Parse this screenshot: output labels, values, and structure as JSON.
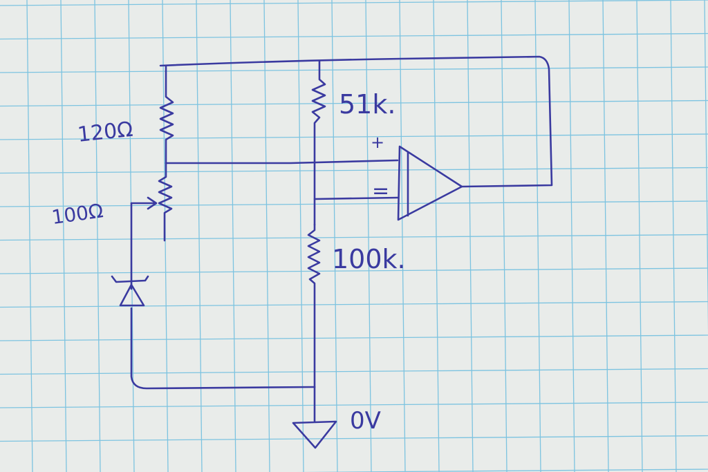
{
  "colors": {
    "paper": "#e9ecea",
    "grid": "#7cc3e0",
    "ink": "#3a3aa0"
  },
  "labels": {
    "r120": "120Ω",
    "r100": "100Ω",
    "r51k": "51k.",
    "r100k": "100k.",
    "plus": "+",
    "minus": "=",
    "ground": "0V"
  }
}
